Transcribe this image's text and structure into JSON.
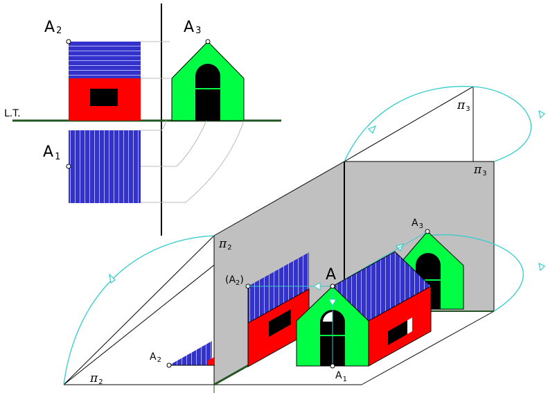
{
  "labels": {
    "lt": "L.T.",
    "a2_top": {
      "base": "A",
      "sub": "2"
    },
    "a3_top": {
      "base": "A",
      "sub": "3"
    },
    "a1_top": {
      "base": "A",
      "sub": "1"
    },
    "pi2_wall": {
      "base": "π",
      "sub": "2"
    },
    "pi3_wall": {
      "base": "π",
      "sub": "3"
    },
    "pi3_arc": {
      "base": "π",
      "sub": "3"
    },
    "pi2_floor": {
      "base": "π",
      "sub": "2"
    },
    "a2_paren": {
      "open": "(A",
      "sub": "2",
      "close": ")"
    },
    "a_main": "A",
    "a3_iso": {
      "base": "A",
      "sub": "3"
    },
    "a1_iso": {
      "base": "A",
      "sub": "1"
    },
    "a2_floor": {
      "base": "A",
      "sub": "2"
    }
  },
  "colors": {
    "roof": "#3333cc",
    "wall_front": "#00ff44",
    "wall_side": "#ff0000",
    "opening": "#000000",
    "plane": "#c0c0c0",
    "ground_line": "#225522",
    "arc": "#33cccc"
  }
}
